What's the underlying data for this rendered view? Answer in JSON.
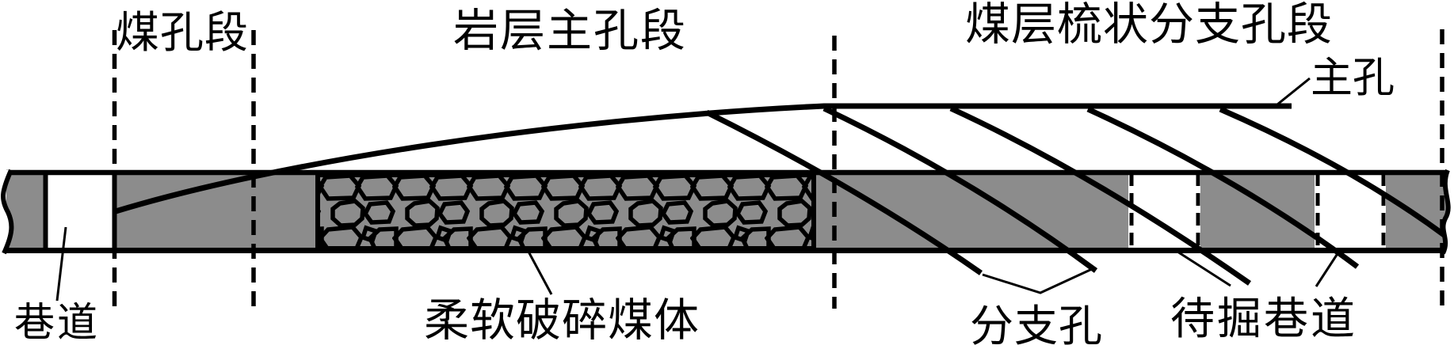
{
  "figure": {
    "section_labels": {
      "coal_hole_section": "煤孔段",
      "rock_main_hole_section": "岩层主孔段",
      "comb_branch_hole_section": "煤层梳状分支孔段"
    },
    "callouts": {
      "main_hole": "主孔",
      "roadway": "巷道",
      "soft_crushed_coal": "柔软破碎煤体",
      "branch_holes": "分支孔",
      "roadway_to_be_excavated": "待掘巷道"
    },
    "colors": {
      "rock_gray": "#8c8c8c",
      "line_black": "#000000",
      "background_white": "#ffffff"
    }
  }
}
